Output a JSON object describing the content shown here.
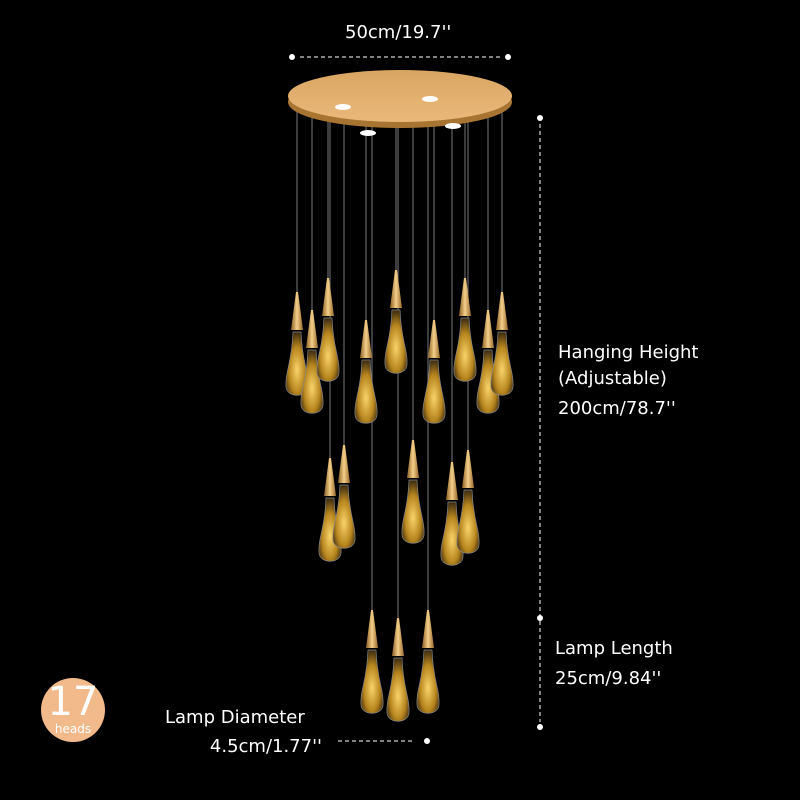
{
  "dimensions": {
    "canopy_width": "50cm/19.7''",
    "hanging_height_label": "Hanging Height",
    "hanging_height_note": "(Adjustable)",
    "hanging_height_value": "200cm/78.7''",
    "lamp_length_label": "Lamp Length",
    "lamp_length_value": "25cm/9.84''",
    "lamp_diameter_label": "Lamp Diameter",
    "lamp_diameter_value": "4.5cm/1.77''"
  },
  "badge": {
    "count": "17",
    "unit": "heads"
  },
  "colors": {
    "gold": "#c9953f",
    "glow": "#f0c560",
    "badge": "#f2b98a"
  }
}
